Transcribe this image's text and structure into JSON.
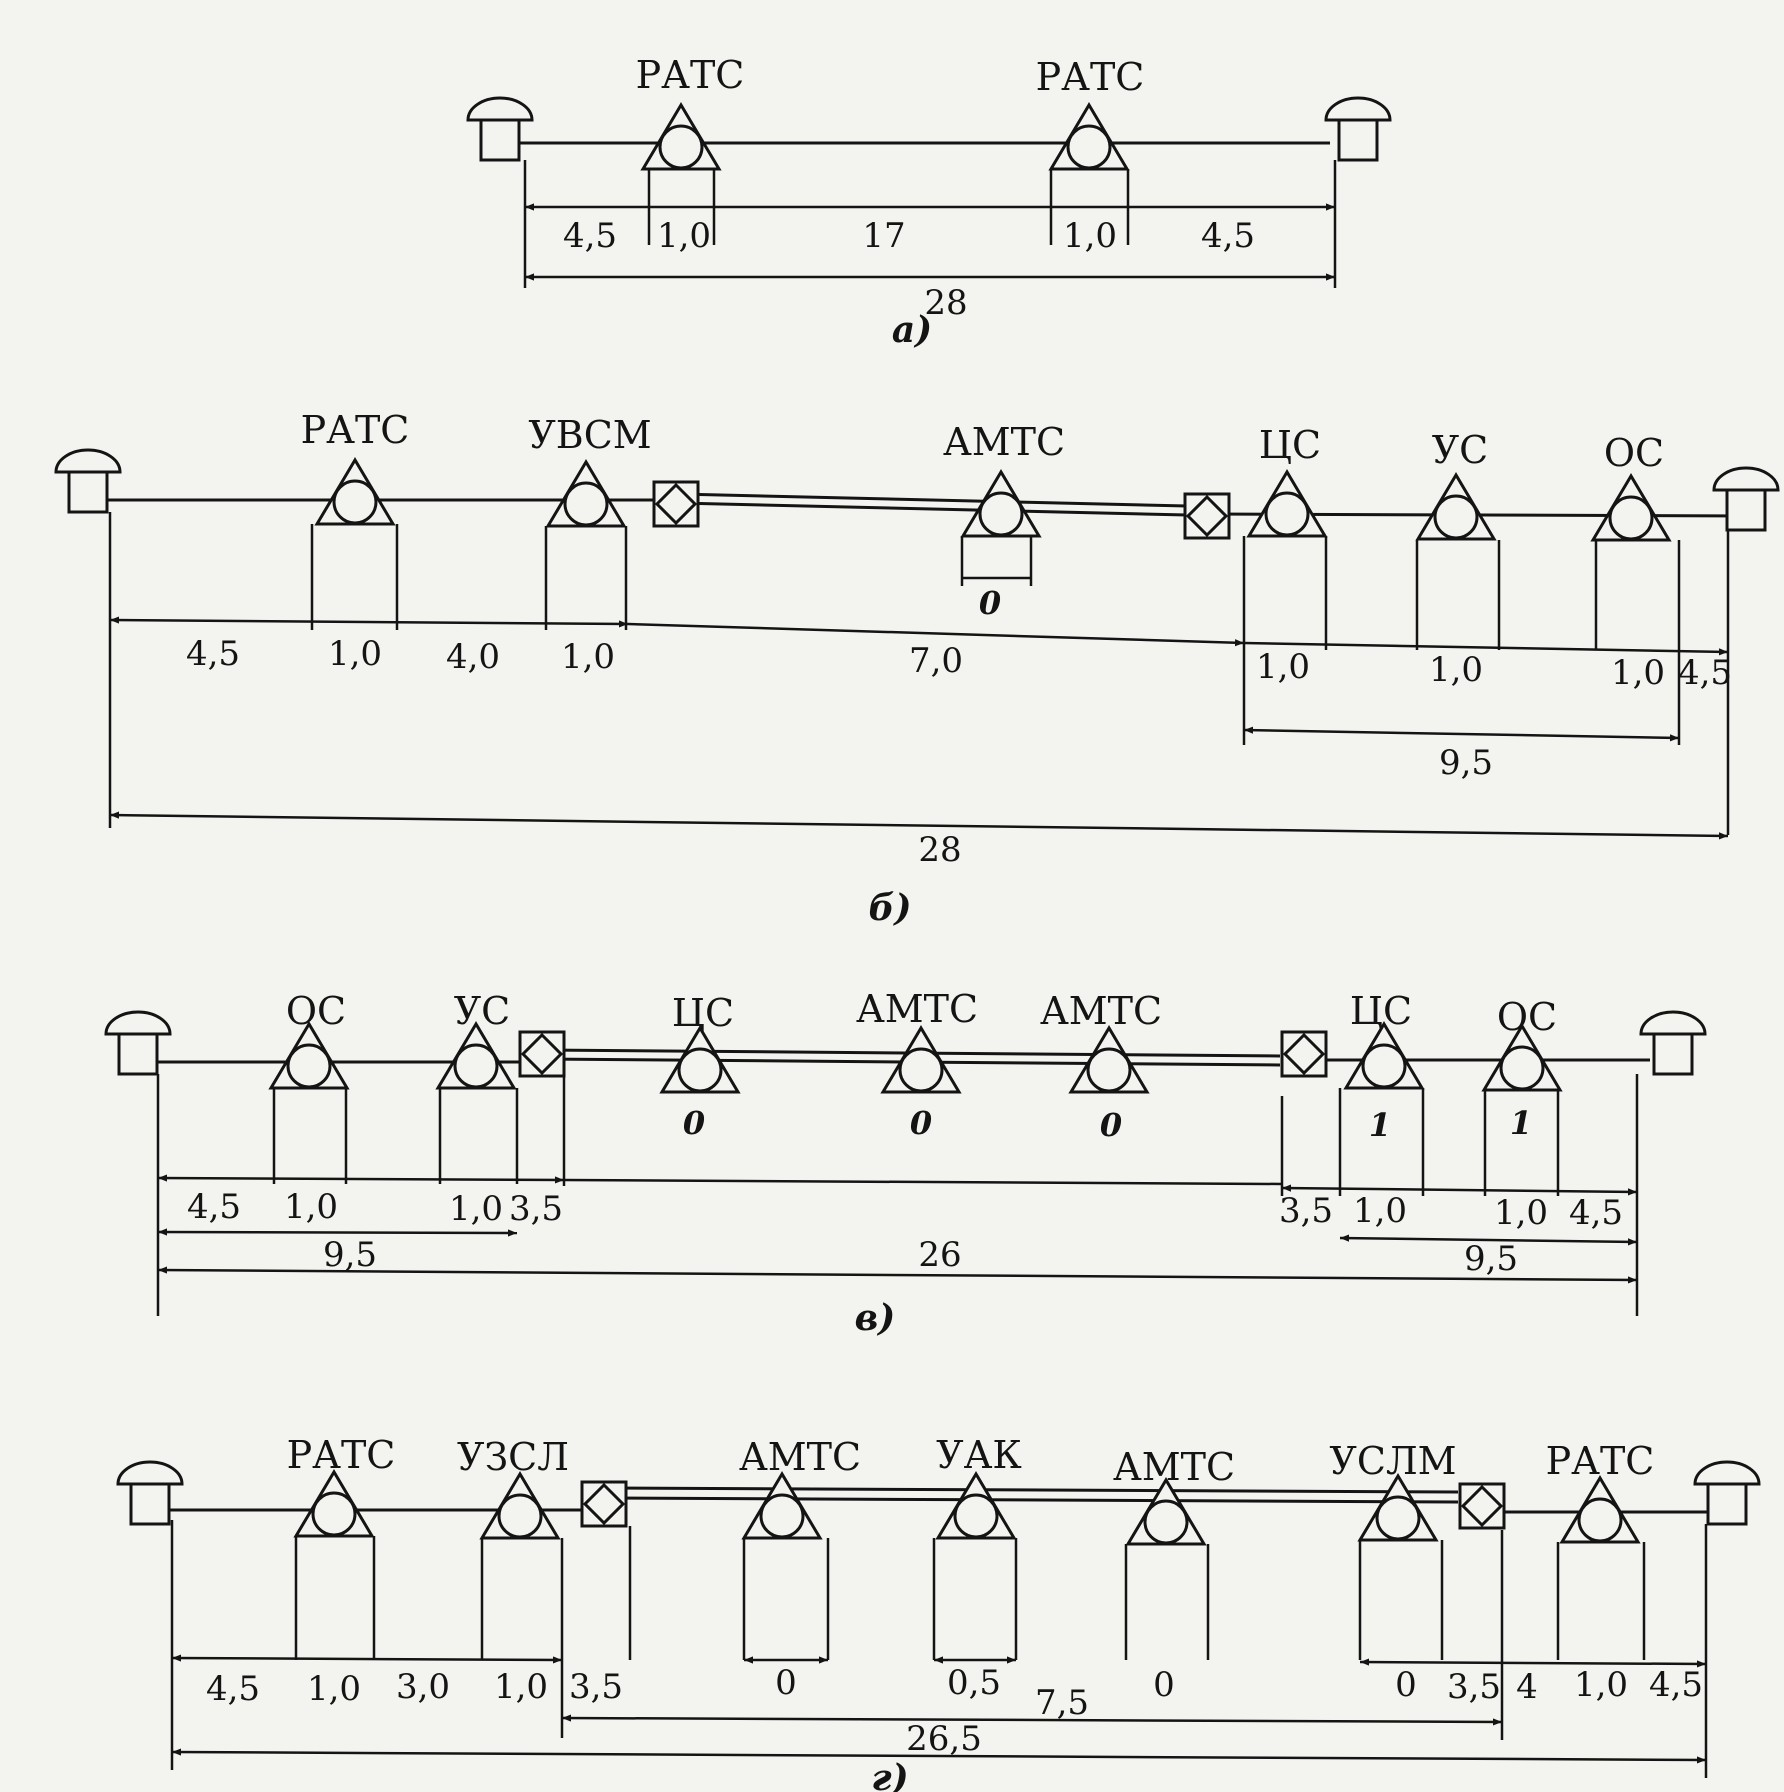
{
  "diagram_a": {
    "caption": "а)",
    "stations": [
      "РАТС",
      "РАТС"
    ],
    "segments": [
      "4,5",
      "1,0",
      "17",
      "1,0",
      "4,5"
    ],
    "total": "28"
  },
  "diagram_b": {
    "caption": "б)",
    "stations": [
      "РАТС",
      "УВСМ",
      "АМТС",
      "ЦС",
      "УС",
      "ОС"
    ],
    "amts_mark": "0",
    "segments": [
      "4,5",
      "1,0",
      "4,0",
      "1,0",
      "7,0",
      "1,0",
      "1,0",
      "1,0",
      "4,5"
    ],
    "sub_total": "9,5",
    "total": "28"
  },
  "diagram_v": {
    "caption": "в)",
    "stations": [
      "ОС",
      "УС",
      "ЦС",
      "АМТС",
      "АМТС",
      "ЦС",
      "ОС"
    ],
    "marks": [
      "0",
      "0",
      "0",
      "1",
      "1"
    ],
    "segments": [
      "4,5",
      "1,0",
      "1,0",
      "3,5",
      "3,5",
      "1,0",
      "1,0",
      "4,5"
    ],
    "sub_left": "9,5",
    "sub_right": "9,5",
    "total": "26"
  },
  "diagram_g": {
    "caption": "г)",
    "stations": [
      "РАТС",
      "УЗСЛ",
      "АМТС",
      "УАК",
      "АМТС",
      "УСЛМ",
      "РАТС"
    ],
    "segments": [
      "4,5",
      "1,0",
      "3,0",
      "1,0",
      "3,5",
      "0",
      "0,5",
      "0",
      "0",
      "3,5",
      "4",
      "1,0",
      "4,5"
    ],
    "mid_total": "7,5",
    "total": "26,5"
  }
}
